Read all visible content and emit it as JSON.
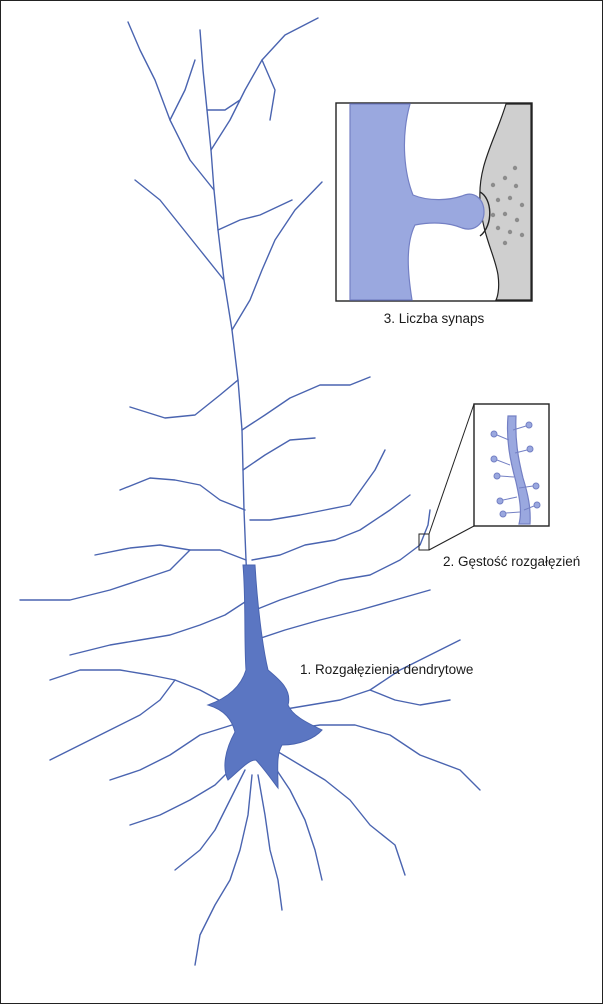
{
  "labels": {
    "dendritic_branching": "1. Rozgałęzienia dendrytowe",
    "branch_density": "2. Gęstość rozgałęzień",
    "synapse_count": "3. Liczba synaps"
  },
  "colors": {
    "neuron_fill": "#5b76c2",
    "neuron_stroke": "#4a64b0",
    "dendrite_light": "#9aa8df",
    "dendrite_light_stroke": "#7480c4",
    "synapse_gray": "#cfcfcf",
    "vesicle": "#8c8c8c",
    "outline": "#222222"
  }
}
